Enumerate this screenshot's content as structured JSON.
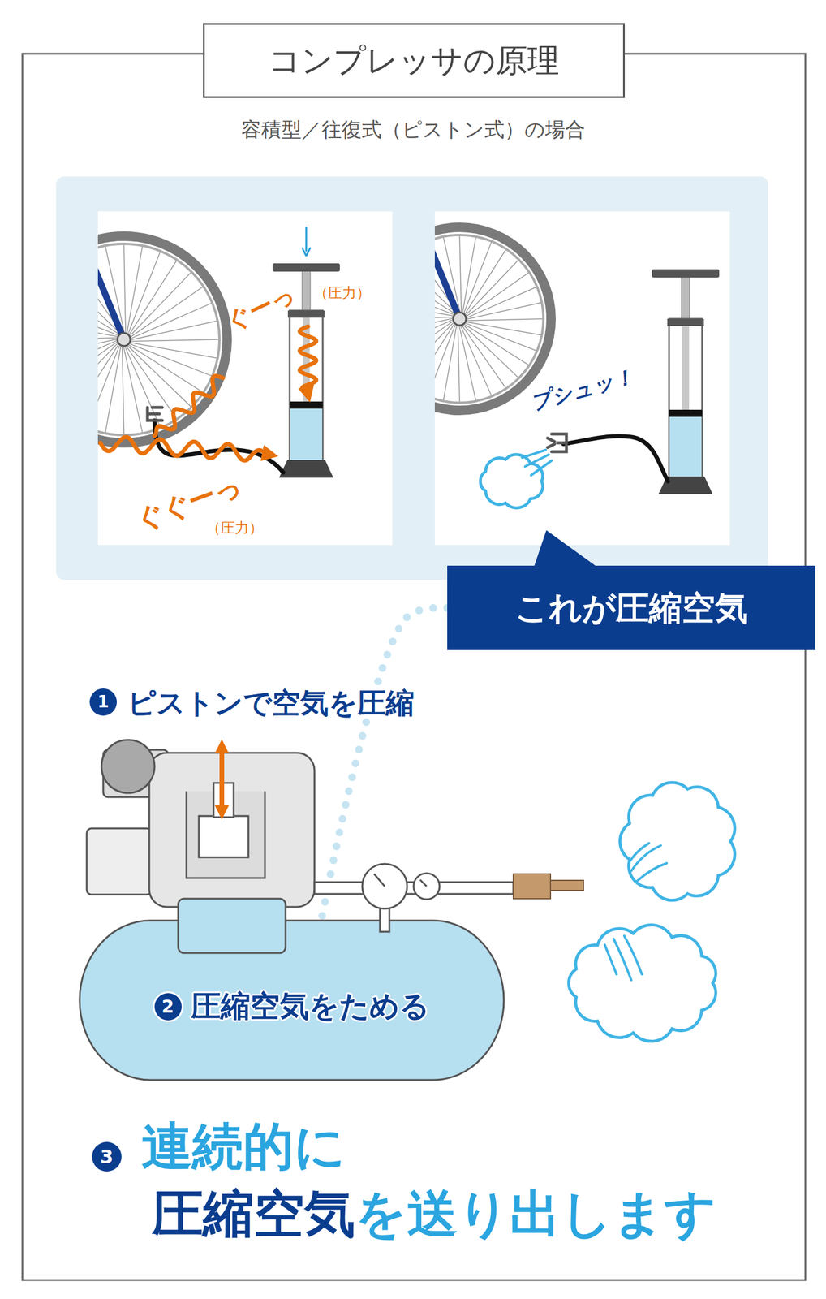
{
  "diagram": {
    "title": "コンプレッサの原理",
    "nodes": [
      {
        "text": [
          "これが圧縮空気"
        ]
      },
      {
        "text": [
          "2",
          "圧縮空気をためる"
        ]
      }
    ],
    "edges": [
      {
        "from": 0,
        "to": 1,
        "arrow": "none"
      }
    ],
    "labels": [
      "容積型／往復式（ピストン式）の場合",
      "ぐーっ",
      "（圧力）",
      "ぐぐーっ",
      "（圧力）",
      "プシュッ！",
      "1",
      "ピストンで空気を圧縮",
      "3",
      "連続的に",
      "圧縮空気",
      "を送り出します"
    ]
  }
}
